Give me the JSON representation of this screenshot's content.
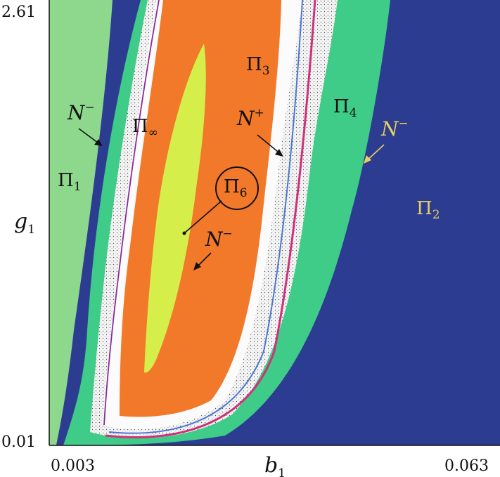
{
  "chart_data": {
    "type": "heatmap",
    "title": "",
    "x_ticks": [
      "0.003",
      "0.063"
    ],
    "y_ticks": [
      "2.61",
      "0.01"
    ],
    "xlabel": {
      "base": "b",
      "sub": "1"
    },
    "ylabel": {
      "base": "g",
      "sub": "1"
    },
    "xlim": [
      0.003,
      0.063
    ],
    "ylim": [
      0.01,
      2.61
    ],
    "regions": [
      {
        "id": "p1",
        "base": "Π",
        "sub": "1",
        "color": "#8ed88e"
      },
      {
        "id": "p2",
        "base": "Π",
        "sub": "2",
        "color": "#2c3c90"
      },
      {
        "id": "p3",
        "base": "Π",
        "sub": "3",
        "color": "#f2782a"
      },
      {
        "id": "p4",
        "base": "Π",
        "sub": "4",
        "color": "#3ecc88"
      },
      {
        "id": "p6",
        "base": "Π",
        "sub": "6",
        "color": "#d6ee4a"
      },
      {
        "id": "pinf",
        "base": "Π",
        "sub": "∞",
        "color": "#f4f4f4"
      }
    ],
    "annotations": [
      {
        "id": "nminus-left",
        "base": "N",
        "sup": "−",
        "color": "#111111"
      },
      {
        "id": "nplus",
        "base": "N",
        "sup": "+",
        "color": "#111111"
      },
      {
        "id": "nminus-right",
        "base": "N",
        "sup": "−",
        "color": "#e8d060"
      },
      {
        "id": "nminus-center",
        "base": "N",
        "sup": "−",
        "color": "#111111"
      }
    ]
  }
}
